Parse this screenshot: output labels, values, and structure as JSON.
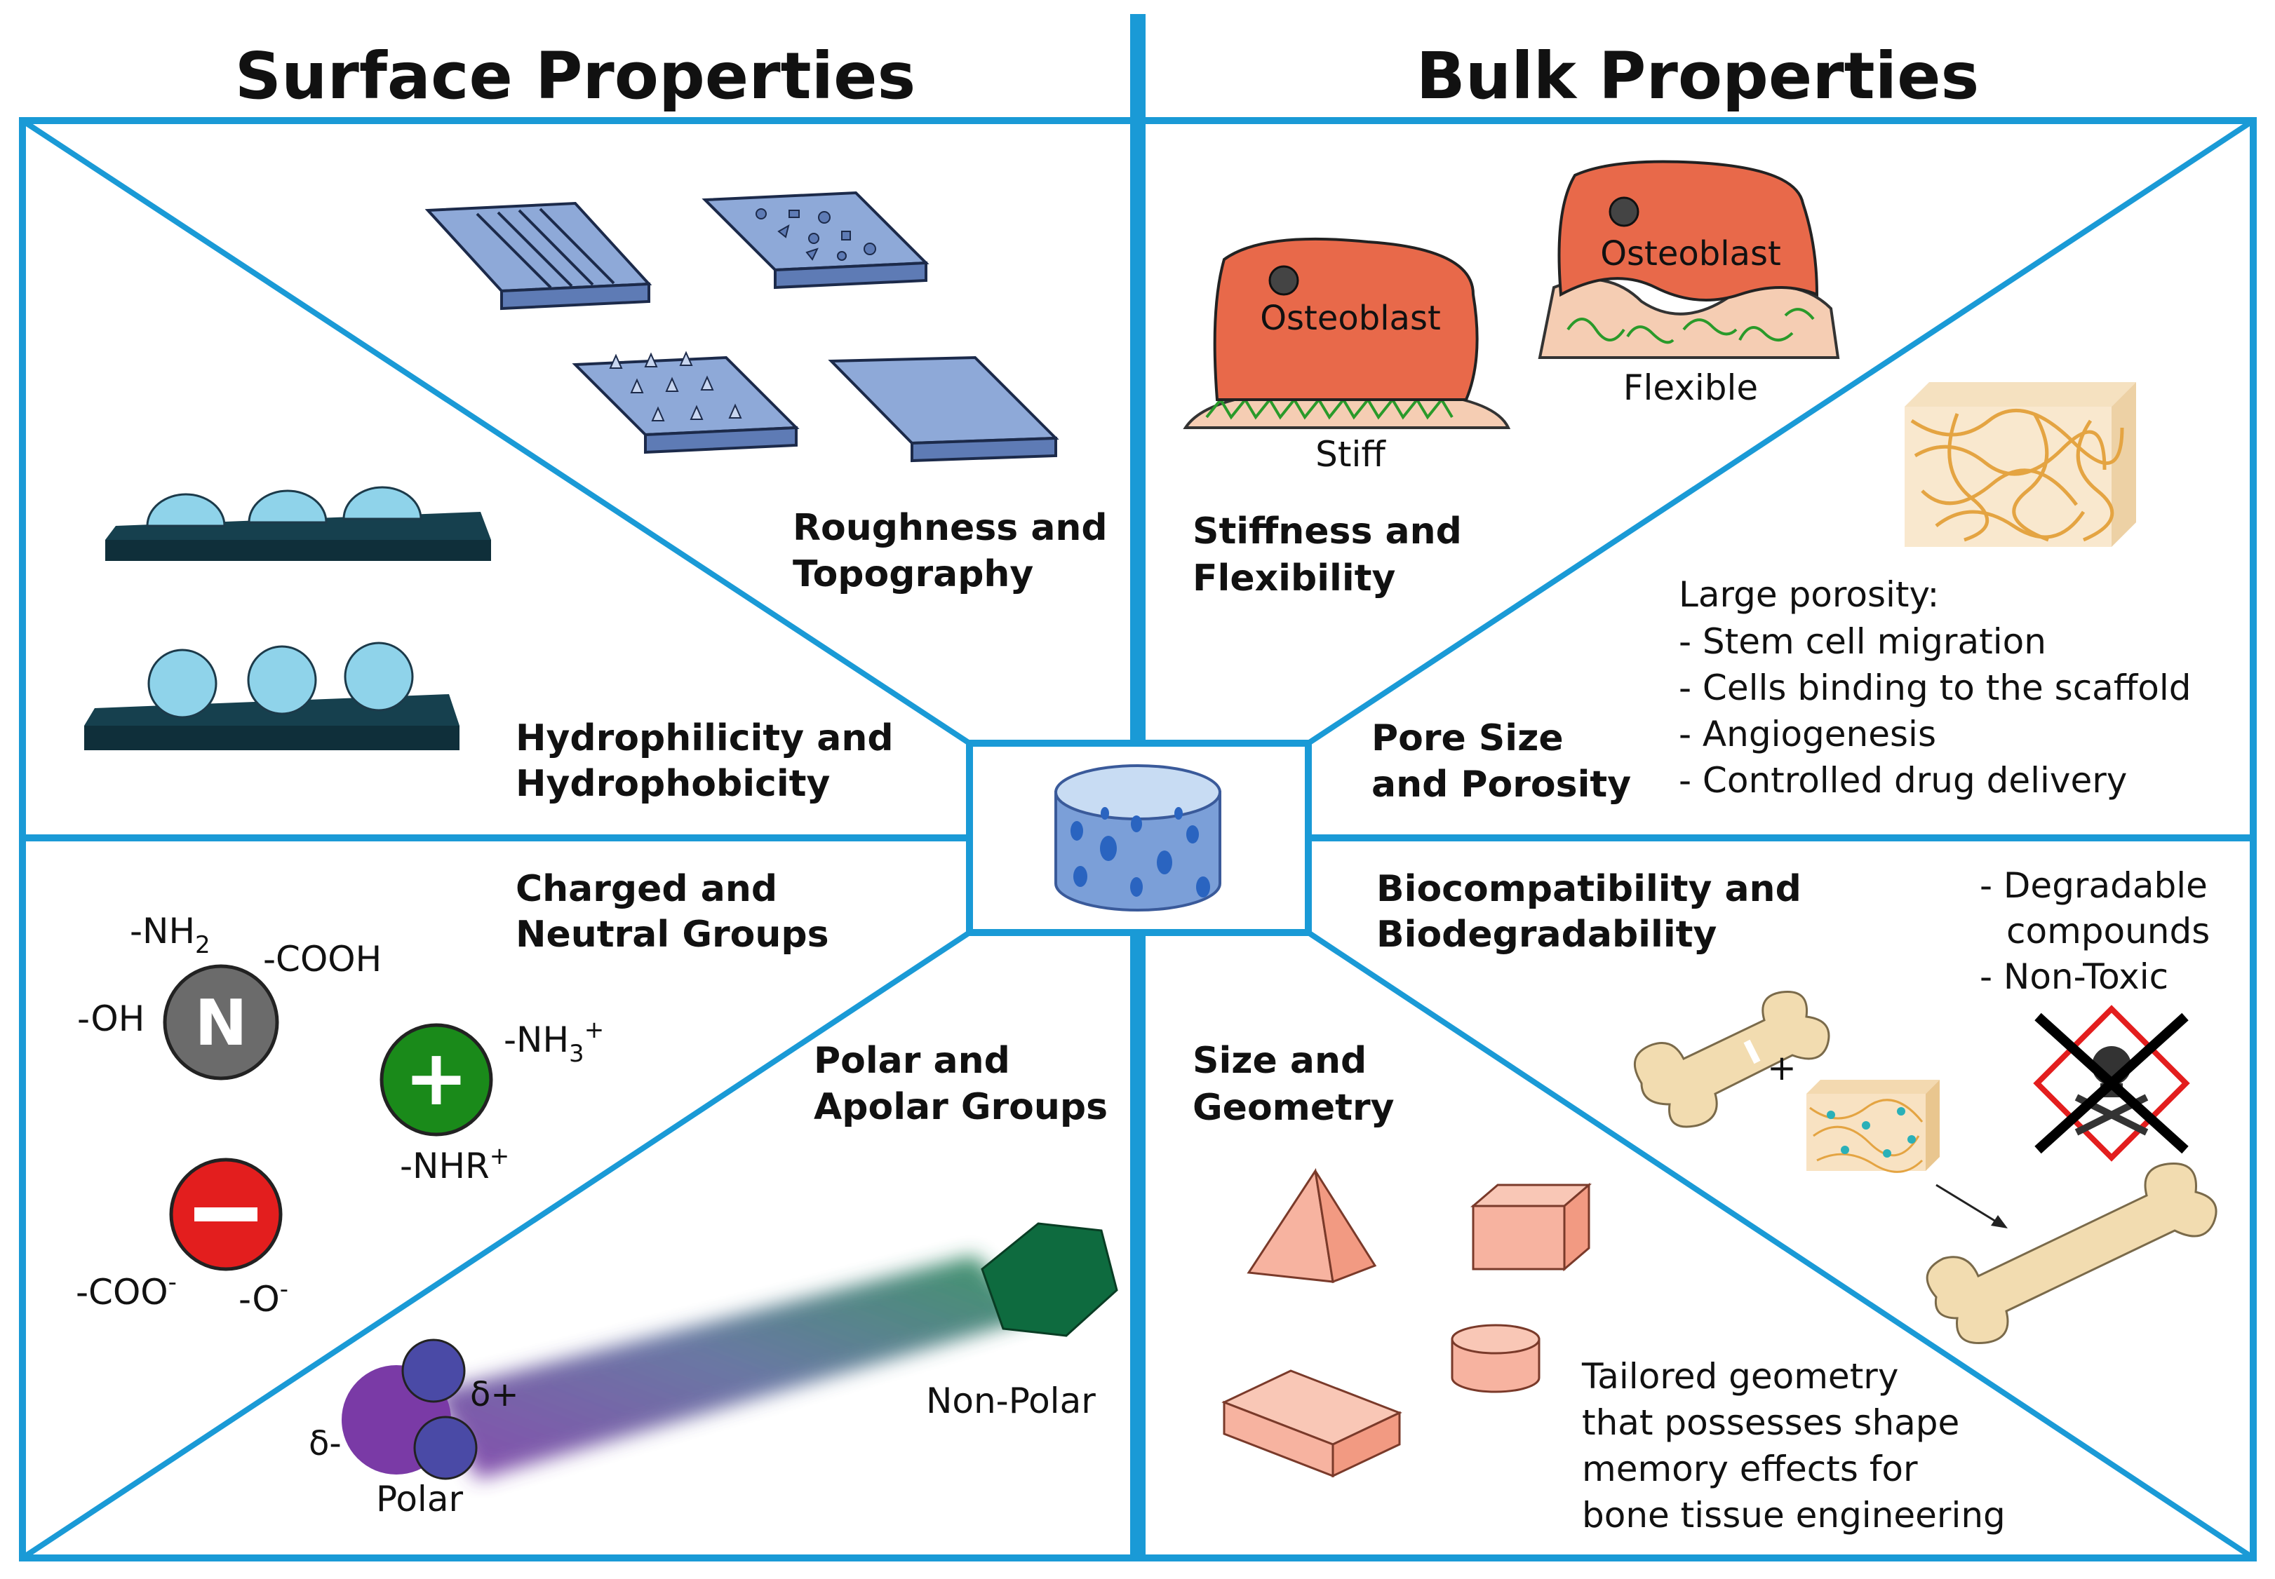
{
  "titles": {
    "surface": "Surface Properties",
    "bulk": "Bulk Properties"
  },
  "roughness": {
    "line1": "Roughness and",
    "line2": "Topography"
  },
  "hydro": {
    "line1": "Hydrophilicity and",
    "line2": "Hydrophobicity"
  },
  "charged": {
    "line1": "Charged and",
    "line2": "Neutral Groups",
    "neutral_symbol": "N",
    "positive_symbol": "+",
    "negative_symbol": "−",
    "nh2": "-NH",
    "nh2_sub": "2",
    "cooh": "-COOH",
    "oh": "-OH",
    "nh3": "-NH",
    "nh3_sub": "3",
    "nh3_sup": "+",
    "nhr": "-NHR",
    "nhr_sup": "+",
    "coo": "-COO",
    "coo_sup": "-",
    "o": "-O",
    "o_sup": "-"
  },
  "polar": {
    "line1": "Polar and",
    "line2": "Apolar Groups",
    "polar_label": "Polar",
    "nonpolar_label": "Non-Polar",
    "delta_plus": "δ+",
    "delta_minus": "δ-"
  },
  "stiffness": {
    "line1": "Stiffness and",
    "line2": "Flexibility",
    "cell_label_1": "Osteoblast",
    "cell_label_2": "Osteoblast",
    "stiff": "Stiff",
    "flexible": "Flexible"
  },
  "pore": {
    "line1": "Pore Size",
    "line2": "and Porosity",
    "list_title": "Large porosity:",
    "items": [
      "- Stem cell migration",
      "- Cells binding to the scaffold",
      "- Angiogenesis",
      "- Controlled drug delivery"
    ]
  },
  "biocompat": {
    "line1": "Biocompatibility and",
    "line2": "Biodegradability",
    "items": [
      "- Degradable",
      "compounds",
      "- Non-Toxic"
    ],
    "plus": "+"
  },
  "geometry": {
    "line1": "Size and",
    "line2": "Geometry",
    "desc": [
      "Tailored geometry",
      "that possesses shape",
      "memory effects for",
      "bone tissue engineering"
    ]
  },
  "colors": {
    "frame": "#1a9ad6",
    "droplet": "#8fd3ea",
    "plate": "#0f2f3a",
    "topo": "#8ea9d8",
    "osteoblast": "#e8694a",
    "matrix": "#f5cdb3",
    "fiber": "#2a9a2a",
    "neutral": "#6b6b6b",
    "positive": "#1a8a1a",
    "negative": "#e31e1e",
    "polar": "#7a3aa6",
    "hexagon": "#0e6b3f",
    "shape": "#f7b3a0",
    "bone": "#f2dcb0",
    "scaffold": "#e4a442"
  }
}
